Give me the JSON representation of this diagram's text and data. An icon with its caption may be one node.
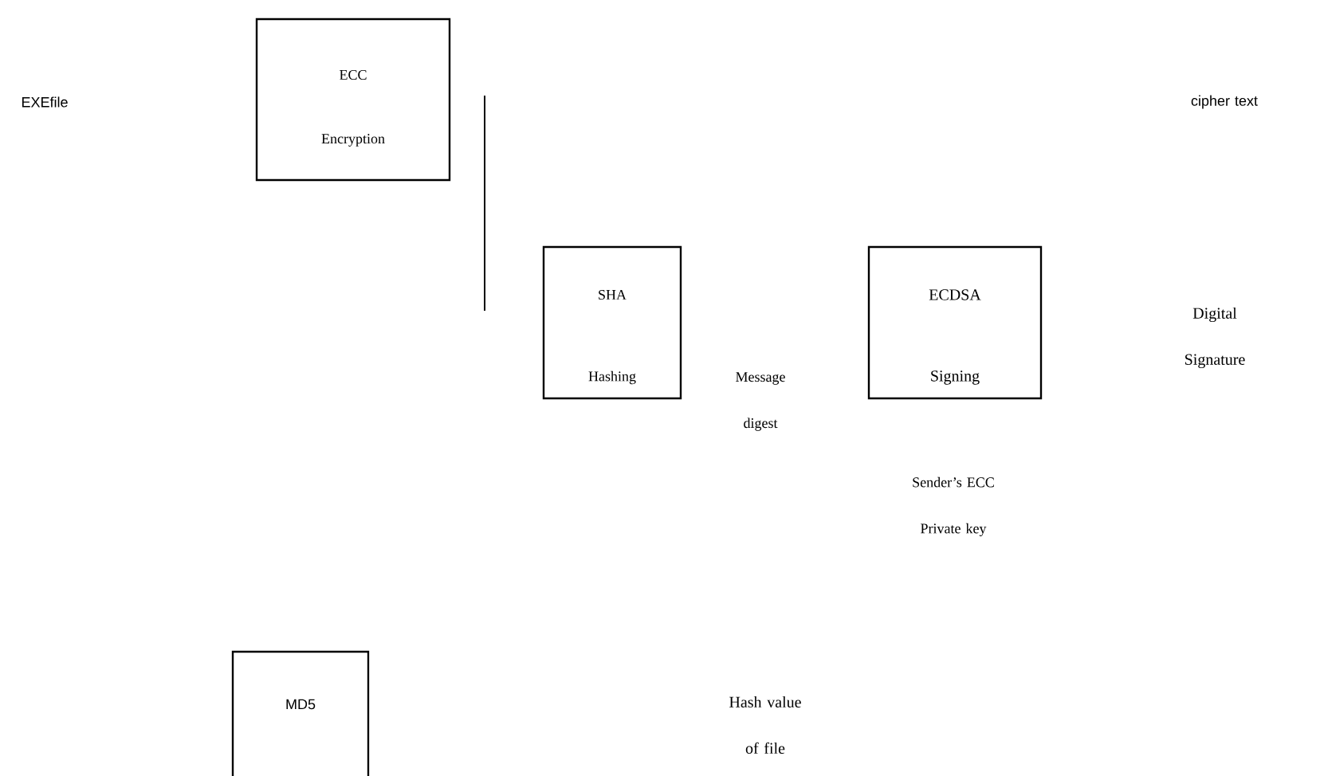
{
  "diagram": {
    "nodes": [
      {
        "text": [
          "ECC",
          "Encryption"
        ]
      },
      {
        "text": [
          "SHA",
          "Hashing"
        ]
      },
      {
        "text": [
          "ECDSA",
          "Signing"
        ]
      },
      {
        "text": [
          "MD5"
        ]
      }
    ],
    "labels": [
      "EXEfile",
      "cipher text",
      "Message digest",
      "Digital Signature",
      "Sender’s ECC Private key",
      "Hash value of file"
    ]
  }
}
